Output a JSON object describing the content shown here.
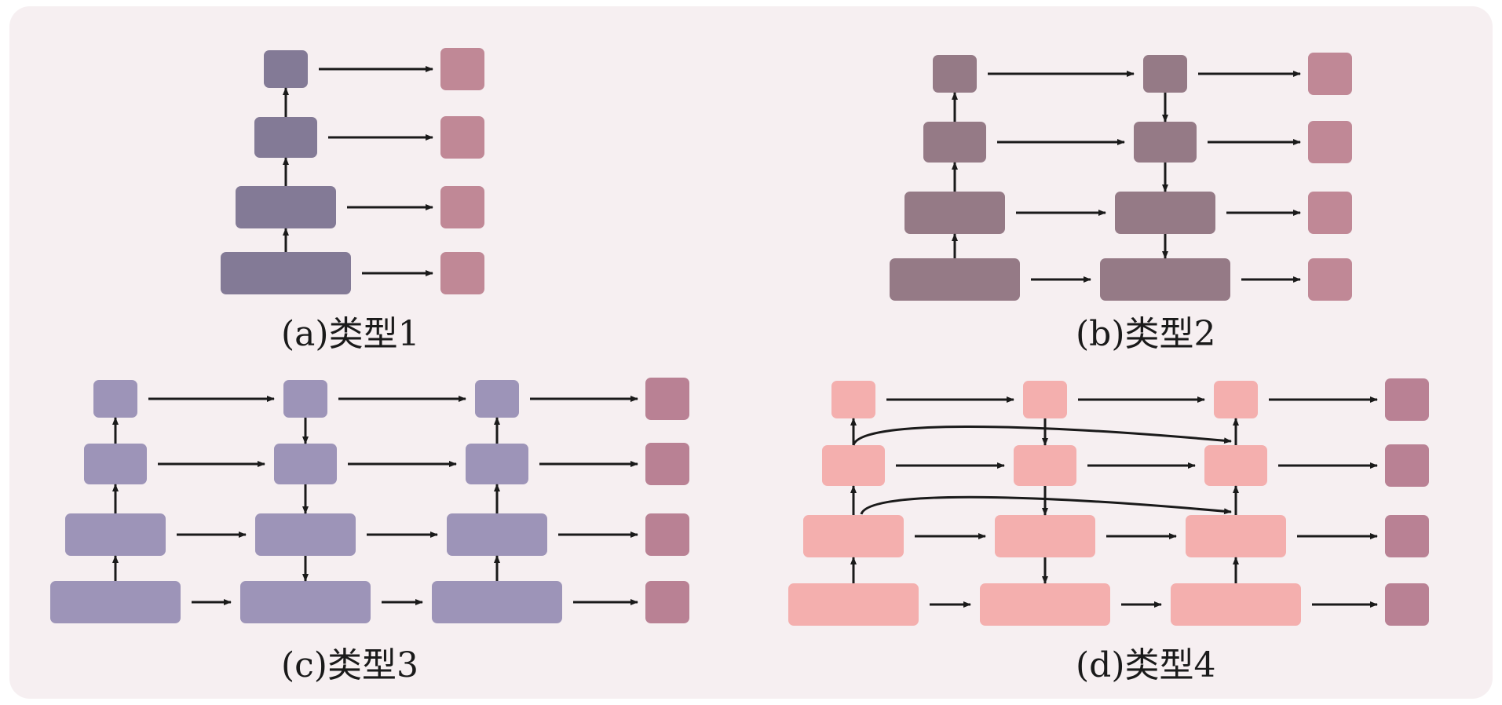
{
  "colors": {
    "backbone_a": "#837a96",
    "backbone_b": "#957a86",
    "backbone_c": "#9d94b8",
    "backbone_d": "#f4afae",
    "output": "#c08896",
    "output_dark": "#b98194",
    "arrow": "#1a1a1a",
    "background": "#f6eff1"
  },
  "panels": [
    {
      "id": "a",
      "caption": "(a)类型1",
      "stages": 1
    },
    {
      "id": "b",
      "caption": "(b)类型2",
      "stages": 2
    },
    {
      "id": "c",
      "caption": "(c)类型3",
      "stages": 3
    },
    {
      "id": "d",
      "caption": "(d)类型4",
      "stages": 3
    }
  ]
}
